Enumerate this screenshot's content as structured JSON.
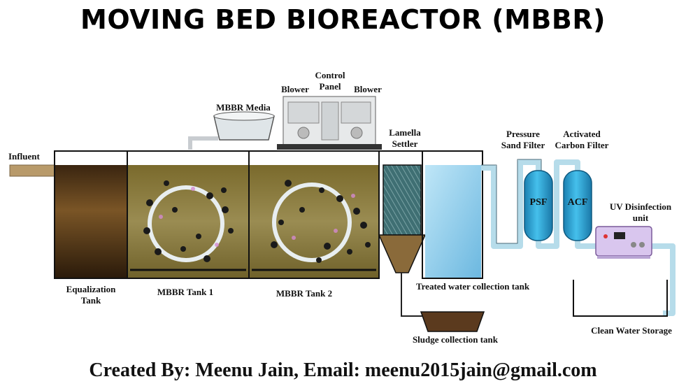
{
  "title": "MOVING BED BIOREACTOR (MBBR)",
  "labels": {
    "influent": "Influent",
    "mbbr_media": "MBBR Media",
    "blower_left": "Blower",
    "control_panel_line1": "Control",
    "control_panel_line2": "Panel",
    "blower_right": "Blower",
    "lamella_line1": "Lamella",
    "lamella_line2": "Settler",
    "psf_line1": "Pressure",
    "psf_line2": "Sand Filter",
    "acf_line1": "Activated",
    "acf_line2": "Carbon Filter",
    "uv_line1": "UV Disinfection",
    "uv_line2": "unit",
    "eq_line1": "Equalization",
    "eq_line2": "Tank",
    "tank1": "MBBR Tank 1",
    "tank2": "MBBR Tank 2",
    "treated": "Treated water collection tank",
    "sludge": "Sludge collection tank",
    "clean": "Clean Water Storage",
    "psf_box": "PSF",
    "acf_box": "ACF"
  },
  "footer": "Created By: Meenu Jain, Email: meenu2015jain@gmail.com",
  "colors": {
    "eq_tank": "#5a3b17",
    "mbbr_water": "#8c7a3a",
    "treated_water": "#9ed4ee",
    "filter_blue": "#2fa6d8",
    "pipe": "#cfe8f3",
    "sludge": "#5b3a1e"
  }
}
